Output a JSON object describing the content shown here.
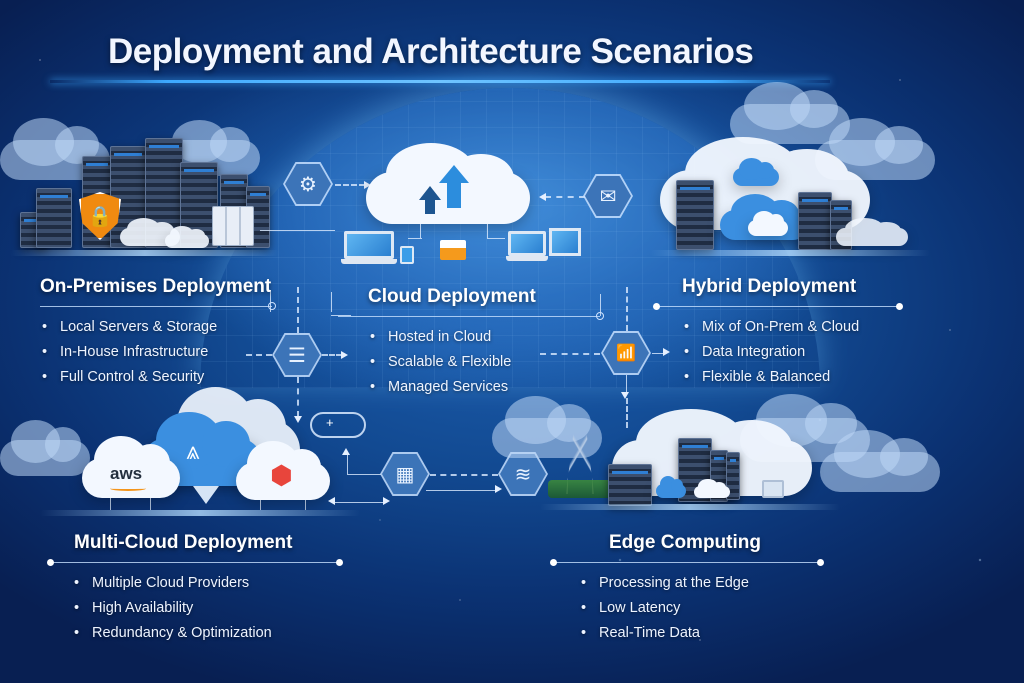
{
  "title": "Deployment and Architecture Scenarios",
  "colors": {
    "background_top": "#0b3273",
    "background_mid": "#1d5fb0",
    "accent_glow": "#3da9ff",
    "shield_orange": "#f08a10",
    "text": "#ffffff"
  },
  "sections": {
    "on_premises": {
      "heading": "On-Premises Deployment",
      "bullets": [
        "Local Servers & Storage",
        "In-House Infrastructure",
        "Full Control & Security"
      ]
    },
    "cloud": {
      "heading": "Cloud Deployment",
      "bullets": [
        "Hosted in Cloud",
        "Scalable & Flexible",
        "Managed Services"
      ]
    },
    "hybrid": {
      "heading": "Hybrid Deployment",
      "bullets": [
        "Mix of On-Prem & Cloud",
        "Data Integration",
        "Flexible & Balanced"
      ]
    },
    "multi_cloud": {
      "heading": "Multi-Cloud Deployment",
      "bullets": [
        "Multiple Cloud Providers",
        "High Availability",
        "Redundancy & Optimization"
      ]
    },
    "edge": {
      "heading": "Edge Computing",
      "bullets": [
        "Processing at the Edge",
        "Low Latency",
        "Real-Time Data"
      ]
    }
  },
  "icons": {
    "gear": "⚙",
    "mail": "✉",
    "server": "☰",
    "wifi": "📶",
    "grid": "▦",
    "signal": "≋",
    "lock": "🔒",
    "cloud_plus": "+"
  },
  "providers": {
    "aws": "aws",
    "azure_glyph": "⩓",
    "gcp_glyph": "⬢"
  }
}
